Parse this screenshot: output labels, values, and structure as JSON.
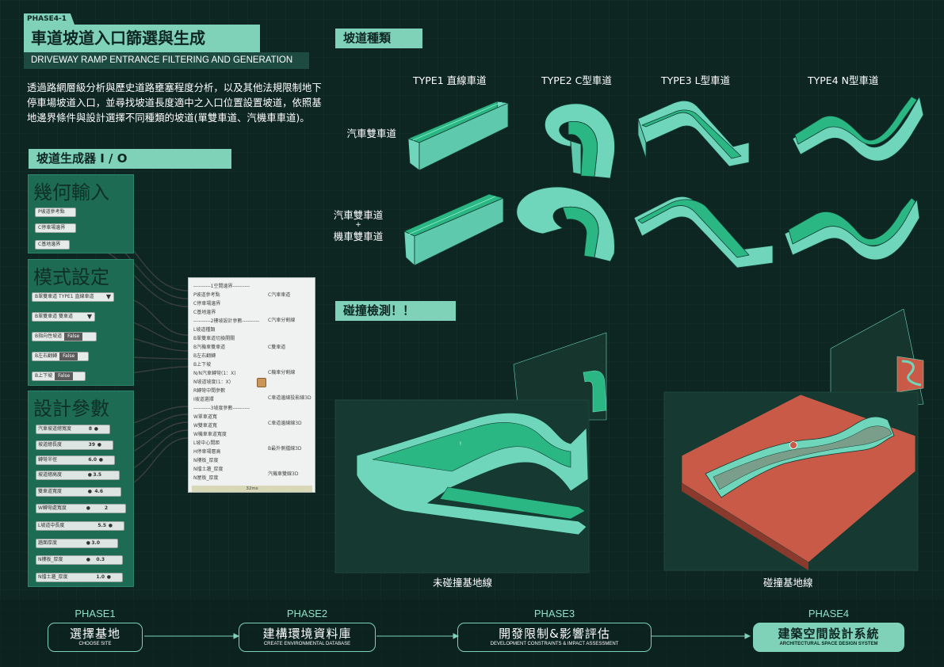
{
  "header": {
    "phase_tag": "PHASE4-1",
    "title": "車道坡道入口篩選與生成",
    "subtitle": "DRIVEWAY RAMP ENTRANCE FILTERING AND GENERATION",
    "description": "透過路網層級分析與歷史道路壅塞程度分析，以及其他法規限制地下停車場坡道入口，並尋找坡道長度適中之入口位置設置坡道，依照基地邊界條件與設計選擇不同種類的坡道(單雙車道、汽機車車道)。"
  },
  "generator": {
    "section_label": "坡道生成器 I / O",
    "geometry_panel": {
      "title": "幾何輸入",
      "params": [
        "P坡道參考點",
        "C停車場邊界",
        "C基地邊界"
      ]
    },
    "mode_panel": {
      "title": "模式設定",
      "dropdowns": [
        {
          "label": "B單雙車道",
          "value": "TYPE1 直線車道"
        },
        {
          "label": "B單雙車道",
          "value": "雙車道"
        }
      ],
      "toggles": [
        {
          "label": "B指向性坡道",
          "value": "False"
        },
        {
          "label": "B左右翻轉",
          "value": "False"
        },
        {
          "label": "B上下坡",
          "value": "False"
        }
      ]
    },
    "design_panel": {
      "title": "設計參數",
      "sliders": [
        {
          "label": "汽車坡道總寬度",
          "value": "8"
        },
        {
          "label": "坡道總長度",
          "value": "39"
        },
        {
          "label": "轉彎半徑",
          "value": "6.0"
        },
        {
          "label": "坡道總高度",
          "value": "3.5"
        },
        {
          "label": "雙車道寬度",
          "value": "4.6"
        },
        {
          "label": "W轉彎處寬度",
          "value": "2"
        },
        {
          "label": "L坡道中長度",
          "value": "5.5"
        },
        {
          "label": "牆面厚度",
          "value": "3.0"
        },
        {
          "label": "N樓板_厚度",
          "value": "0.3"
        },
        {
          "label": "N擋土牆_厚度",
          "value": "1.0"
        }
      ]
    },
    "main_component": {
      "inputs": [
        "----------1空間邊界----------",
        "P坡道參考點",
        "C停車場邊界",
        "C基地邊界",
        "----------2樓坡設計參數----------",
        "L坡道種類",
        "B單雙車道切換開關",
        "B汽機車雙車道",
        "B左右翻轉",
        "B上下坡",
        "N/N汽車轉彎(1：X)",
        "N坡道坡度(1：X)",
        "R轉彎中間參數",
        "I坡道選擇",
        "----------3坡度參數----------",
        "W單車道寬",
        "W雙車道寬",
        "W機車車道寬度",
        "L坡中心間距",
        "H停車場層高",
        "N樓板_厚度",
        "N擋土牆_厚度",
        "N屋板_厚度"
      ],
      "outputs": [
        "C汽車車道",
        "C汽車分割線",
        "C雙車道",
        "C機車分割線",
        "C車道邊線投影線3D",
        "C車道邊線線3D",
        "B最外側擋線3D",
        "汽機車雙線3D"
      ],
      "footer": "32ms"
    }
  },
  "ramp_types": {
    "section_label": "坡道種類",
    "columns": [
      "TYPE1 直線車道",
      "TYPE2 C型車道",
      "TYPE3 L型車道",
      "TYPE4 N型車道"
    ],
    "rows": [
      "汽車雙車道",
      "汽車雙車道",
      "+",
      "機車雙車道"
    ]
  },
  "collision": {
    "section_label": "碰撞檢測！！",
    "left_caption": "未碰撞基地線",
    "right_caption": "碰撞基地線",
    "marker": "!"
  },
  "colors": {
    "ramp_fill": "#6fd6bc",
    "ramp_floor": "#29b780",
    "collision_red": "#c95a47",
    "accent": "#7fd1b7"
  },
  "phases": [
    {
      "title": "PHASE1",
      "zh": "選擇基地",
      "en": "CHOOSE SITE"
    },
    {
      "title": "PHASE2",
      "zh": "建構環境資料庫",
      "en": "CREATE ENVIRONMENTAL DATABASE"
    },
    {
      "title": "PHASE3",
      "zh": "開發限制&影響評估",
      "en": "DEVELOPMENT CONSTRAINTS & IMPACT ASSESSMENT"
    },
    {
      "title": "PHASE4",
      "zh": "建築空間設計系統",
      "en": "ARCHITECTURAL SPACE DESIGN SYSTEM"
    }
  ]
}
